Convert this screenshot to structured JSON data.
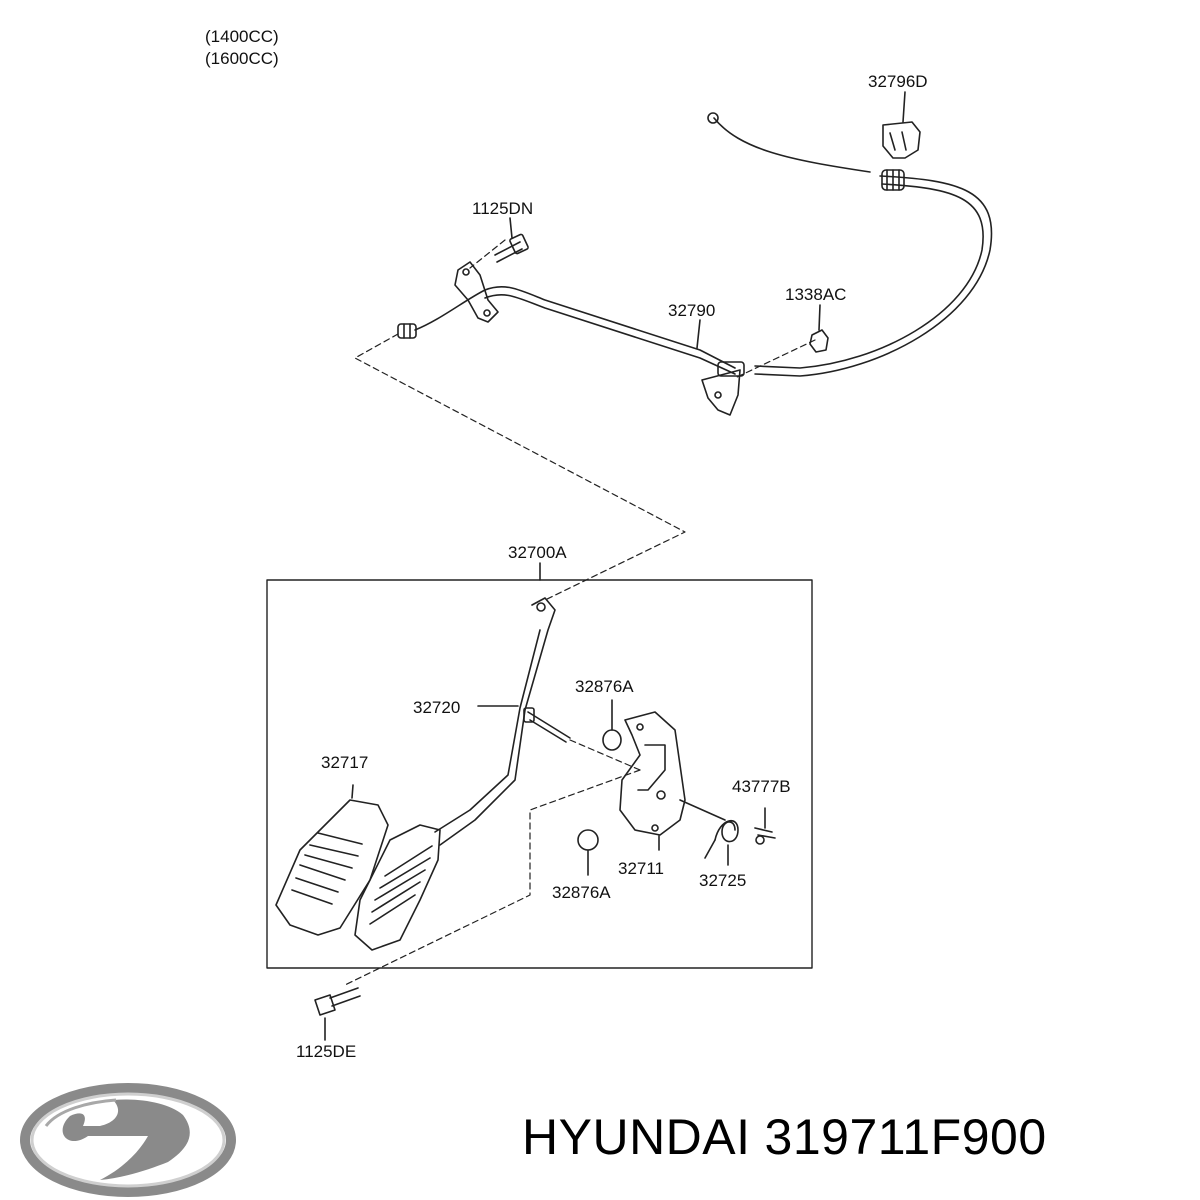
{
  "diagram": {
    "notes": [
      "(1400CC)",
      "(1600CC)"
    ],
    "part_labels": {
      "p32796D": "32796D",
      "p1125DN": "1125DN",
      "p32790": "32790",
      "p1338AC": "1338AC",
      "p32700A": "32700A",
      "p32876A_top": "32876A",
      "p32720": "32720",
      "p32717": "32717",
      "p43777B": "43777B",
      "p32711": "32711",
      "p32725": "32725",
      "p32876A_bottom": "32876A",
      "p1125DE": "1125DE"
    }
  },
  "footer": {
    "brand": "HYUNDAI",
    "part_number": "319711F900"
  },
  "colors": {
    "line": "#222222",
    "logo": "#8a8a8a"
  }
}
